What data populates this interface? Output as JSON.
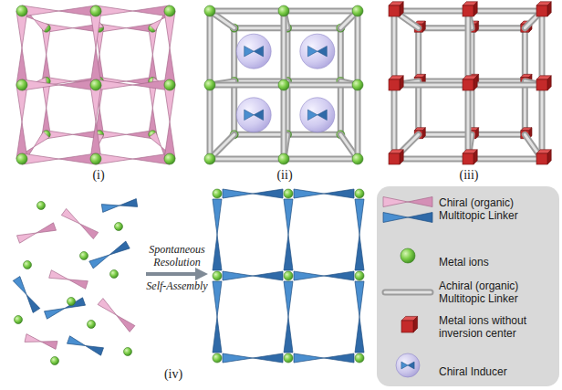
{
  "diagram": {
    "labels": [
      "(i)",
      "(ii)",
      "(iii)",
      "(iv)",
      "Spontaneous Resolution",
      "Self-Assembly"
    ],
    "legend": [
      {
        "text": "Chiral (organic) Multitopic Linker"
      },
      {
        "text": "Metal ions"
      },
      {
        "text": "Achiral (organic) Multitopic Linker"
      },
      {
        "text": "Metal ions without inversion center"
      },
      {
        "text": "Chiral Inducer"
      }
    ]
  }
}
